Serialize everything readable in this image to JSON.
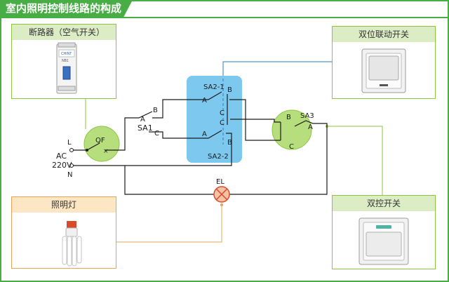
{
  "title": "室内照明控制线路的构成",
  "cards": {
    "breaker": "断路器（空气开关）",
    "dual_linked_switch": "双位联动开关",
    "lamp": "照明灯",
    "two_way_switch": "双控开关"
  },
  "breaker_device": {
    "brand": "CHINT",
    "model": "NB1"
  },
  "labels": {
    "L": "L",
    "N": "N",
    "AC": "AC",
    "V220": "220V",
    "QF": "QF",
    "SA1": "SA1",
    "SA2_1": "SA2-1",
    "SA2_2": "SA2-2",
    "SA3": "SA3",
    "EL": "EL",
    "A": "A",
    "B": "B",
    "C": "C"
  },
  "colors": {
    "title_green": "#49ad46",
    "green_border": "#8cc63f",
    "orange_border": "#e5a45a",
    "header_green": "#dcecc5",
    "header_orange": "#fde6c3",
    "blue_box": "#7dc8ee",
    "blue_line": "#2a7fc0",
    "green_circle": "#b7de7c",
    "lamp_fill": "#f3c2a4",
    "lamp_red": "#d94a2b",
    "wire": "#1a1a1a"
  },
  "icons": [
    "breaker-image",
    "rocker-switch-image",
    "cfl-lamp-image",
    "wall-switch-image",
    "lamp-symbol-icon"
  ]
}
